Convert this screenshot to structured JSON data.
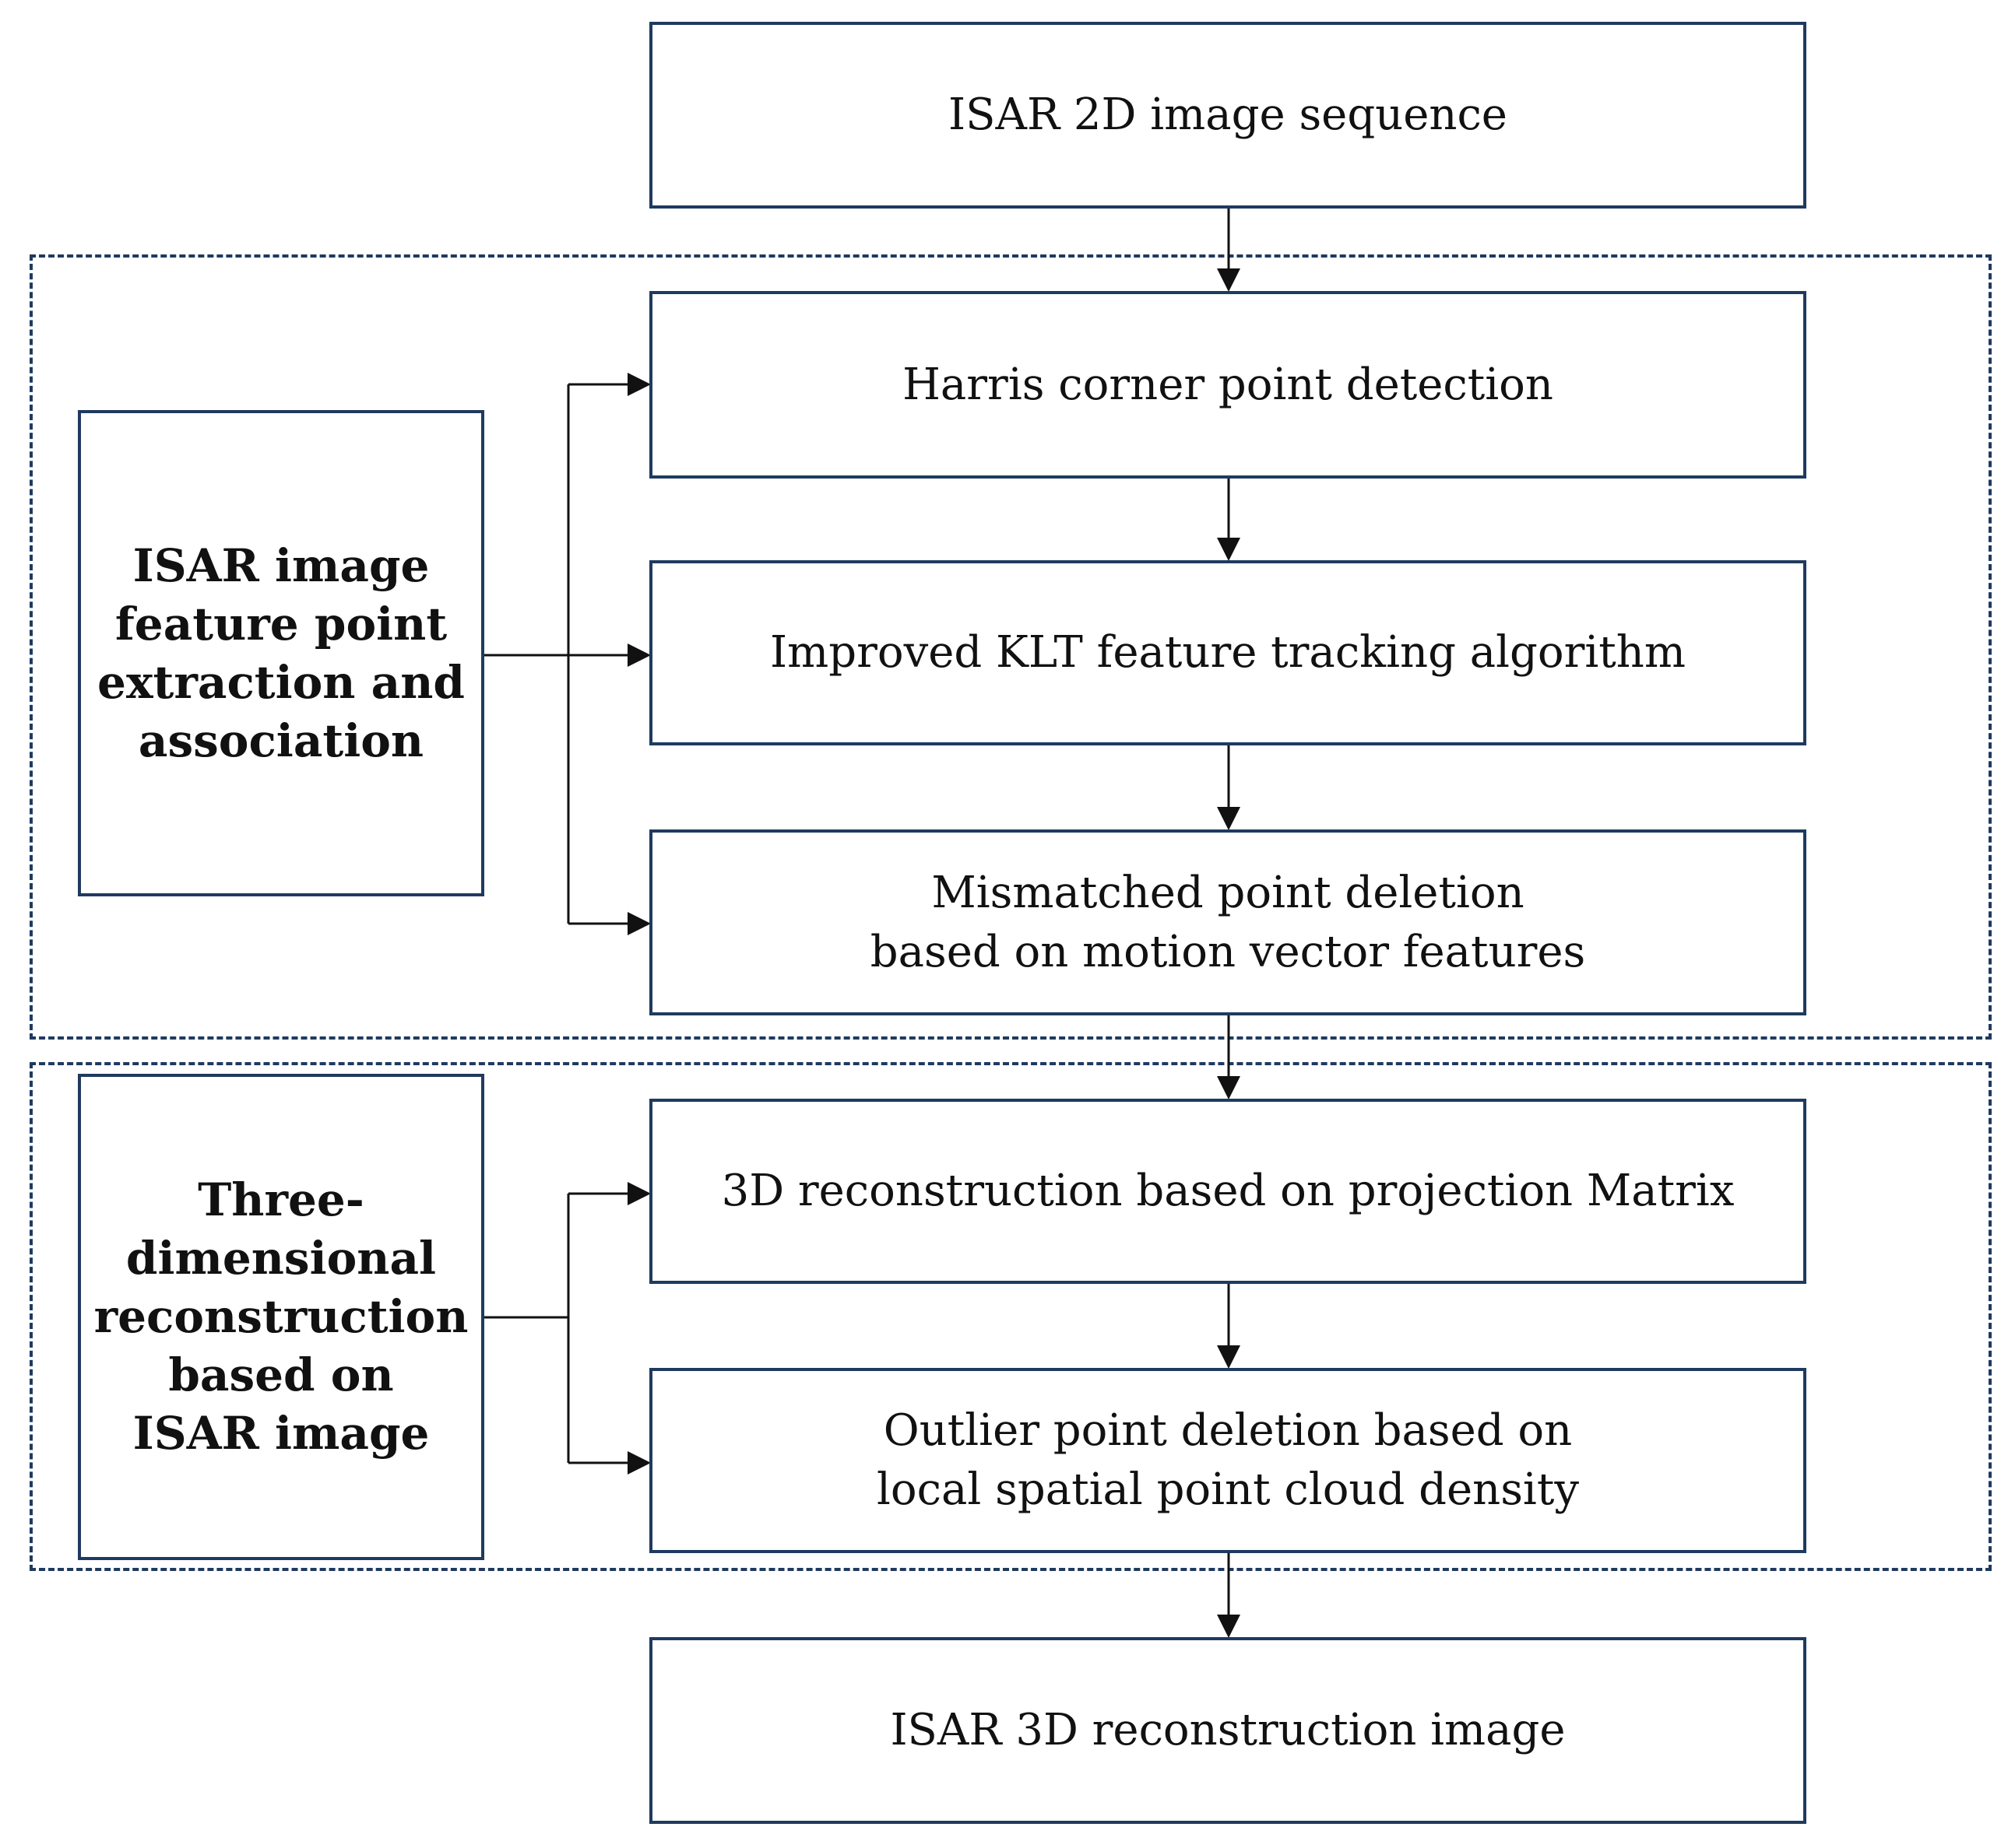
{
  "diagram": {
    "steps": {
      "input": "ISAR 2D image sequence",
      "harris": "Harris corner point detection",
      "klt": "Improved KLT feature tracking algorithm",
      "mismatch": "Mismatched point deletion\nbased on motion vector features",
      "reconstruction": "3D reconstruction based on projection Matrix",
      "outlier": "Outlier point deletion based on\nlocal spatial point cloud density",
      "output": "ISAR 3D reconstruction image"
    },
    "groups": {
      "feature_extraction": "ISAR image\nfeature point\nextraction and\nassociation",
      "reconstruction": "Three-\ndimensional\nreconstruction\nbased on\nISAR image"
    },
    "colors": {
      "border": "#1f3a5f",
      "connector": "#111111",
      "background": "#ffffff"
    }
  }
}
